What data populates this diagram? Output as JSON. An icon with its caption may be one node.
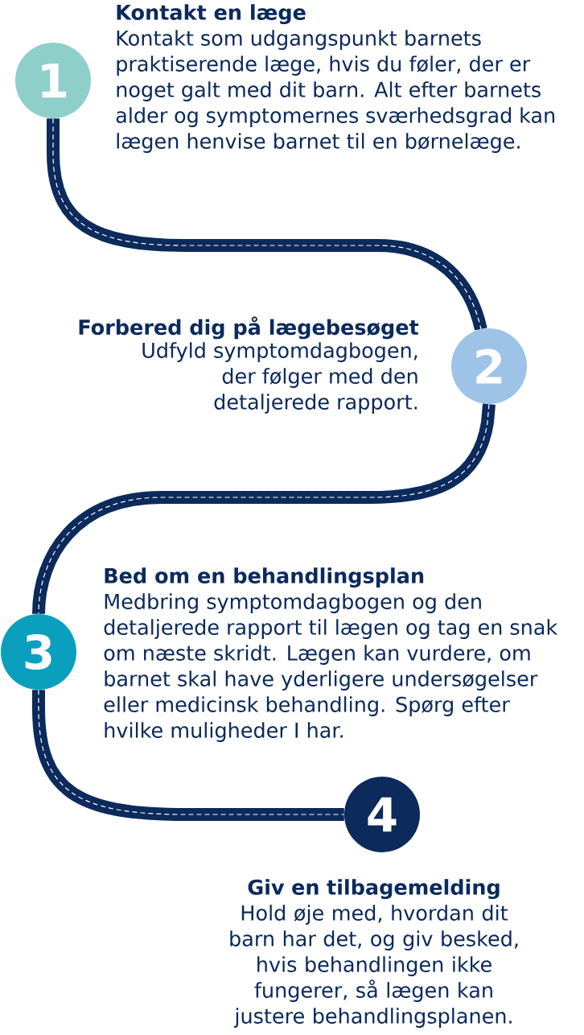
{
  "diagram": {
    "nodes": [
      {
        "text": [
          "1"
        ],
        "beside": [
          "Kontakt en læge",
          "Kontakt som udgangspunkt barnets praktiserende læge, hvis du føler, der er noget galt med dit barn. Alt efter barnets alder og symptomernes sværhedsgrad kan lægen henvise barnet til en børnelæge."
        ]
      },
      {
        "text": [
          "2"
        ],
        "beside": [
          "Forbered dig på lægebesøget",
          "Udfyld symptomdagbogen, der følger med den detaljerede rapport."
        ]
      },
      {
        "text": [
          "3"
        ],
        "beside": [
          "Bed om en behandlingsplan",
          "Medbring symptomdagbogen og den detaljerede rapport til lægen og tag en snak om næste skridt. Lægen kan vurdere, om barnet skal have yderligere undersøgelser eller medicinsk behandling. Spørg efter hvilke muligheder I har."
        ]
      },
      {
        "text": [
          "4"
        ],
        "beside": [
          "Giv en tilbagemelding",
          "Hold øje med, hvordan dit barn har det, og giv besked, hvis behandlingen ikke fungerer, så lægen kan justere behandlingsplanen."
        ]
      }
    ],
    "edges": [
      {
        "from": 0,
        "to": 1,
        "arrow": "none"
      },
      {
        "from": 1,
        "to": 2,
        "arrow": "none"
      },
      {
        "from": 2,
        "to": 3,
        "arrow": "none"
      }
    ]
  }
}
